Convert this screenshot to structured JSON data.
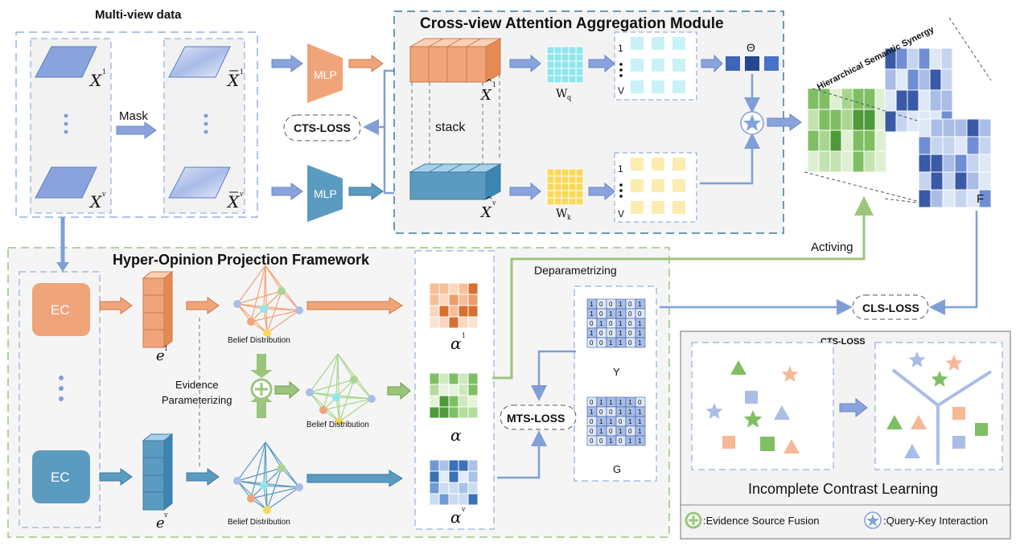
{
  "titles": {
    "multiview": "Multi-view data",
    "cross_view": "Cross-view Attention Aggregation Module",
    "hyper_opinion": "Hyper-Opinion Projection Framework",
    "hierarchical": "Hierarchical Semantic Synergy",
    "incomplete": "Incomplete Contrast Learning"
  },
  "labels": {
    "mask": "Mask",
    "mlp_top": "MLP",
    "mlp_bottom": "MLP",
    "stack": "stack",
    "cts_loss": "CTS-LOSS",
    "cts_loss_panel": "CTS-LOSS",
    "cls_loss": "CLS-LOSS",
    "mts_loss": "MTS-LOSS",
    "activing": "Activing",
    "deparametrizing": "Deparametrizing",
    "evidence_param_1": "Evidence",
    "evidence_param_2": "Parameterizing",
    "belief_1": "Belief Distribution",
    "belief_2": "Belief Distribution",
    "belief_3": "Belief Distribution",
    "ec_top": "EC",
    "ec_bottom": "EC",
    "theta": "Θ",
    "f_label": "F",
    "y_label": "Y",
    "g_label": "G",
    "wq": "W",
    "wq_sub": "q",
    "wk": "W",
    "wk_sub": "k",
    "one_q": "1",
    "v_q": "V",
    "one_k": "1",
    "v_k": "V",
    "x1": "X",
    "xv": "X",
    "sup1": "1",
    "supv": "v",
    "e1": "e",
    "ev": "e",
    "alpha": "α"
  },
  "legend": {
    "fusion": ":Evidence Source Fusion",
    "query_key": ":Query-Key Interaction"
  },
  "matrix_y": [
    [
      1,
      0,
      0,
      1,
      0,
      1
    ],
    [
      1,
      0,
      1,
      1,
      0,
      0
    ],
    [
      0,
      1,
      0,
      1,
      0,
      1
    ],
    [
      1,
      0,
      0,
      1,
      0,
      1
    ],
    [
      0,
      0,
      1,
      1,
      0,
      1
    ]
  ],
  "matrix_g": [
    [
      0,
      1,
      1,
      1,
      1,
      0
    ],
    [
      1,
      0,
      0,
      1,
      1,
      1
    ],
    [
      0,
      1,
      1,
      0,
      1,
      1
    ],
    [
      0,
      1,
      0,
      1,
      0,
      1
    ],
    [
      0,
      0,
      1,
      0,
      1,
      1
    ]
  ],
  "colors": {
    "orange": "#f0a479",
    "blue": "#5b9bc0",
    "green": "#8cc56f",
    "panel_border": "#7f9fd6",
    "green_border": "#9cc57c"
  }
}
